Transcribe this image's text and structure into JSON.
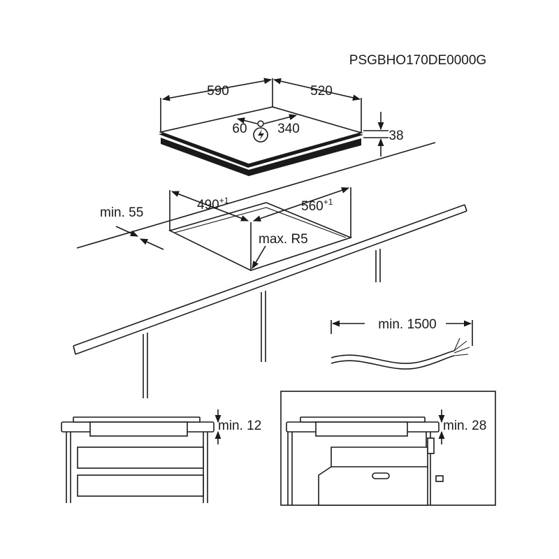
{
  "code": "PSGBHO170DE0000G",
  "hob": {
    "width": "590",
    "depth": "520",
    "height": "38",
    "cable_left": "60",
    "cable_right": "340"
  },
  "cutout": {
    "width": "490",
    "width_tol": "+1",
    "depth": "560",
    "depth_tol": "+1",
    "radius": "max. R5",
    "edge_min": "min. 55"
  },
  "cable": {
    "length": "min. 1500"
  },
  "installs": [
    {
      "clearance": "min. 12"
    },
    {
      "clearance": "min. 28"
    }
  ],
  "icons": {
    "power": "lightning-circle-icon"
  }
}
